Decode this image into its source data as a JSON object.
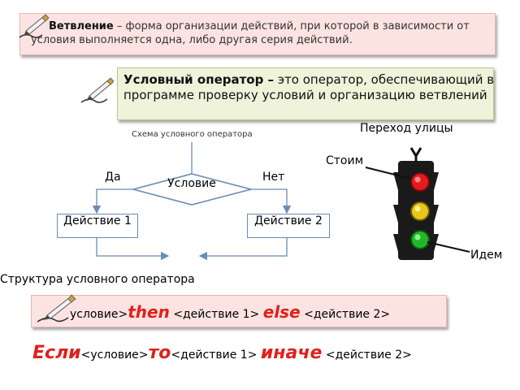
{
  "definition": {
    "term": "Ветвление",
    "text": " – форма организации действий, при которой в зависимости от условия выполняется одна, либо другая серия действий."
  },
  "operator": {
    "term": "Условный оператор –",
    "text": " это оператор, обеспечивающий в программе проверку условий и организацию ветвлений"
  },
  "flowchart": {
    "caption": "Схема условного оператора",
    "yes": "Да",
    "no": "Нет",
    "condition": "Условие",
    "action1": "Действие 1",
    "action2": "Действие 2",
    "structure_title": "Структура условного оператора"
  },
  "traffic_light": {
    "title": "Переход улицы",
    "stop": "Стоим",
    "go": "Идем",
    "colors": {
      "red": "#e51b1b",
      "yellow": "#e8c71a",
      "green": "#25b52a",
      "body": "#1a1a1a"
    }
  },
  "syntax_en": {
    "condition": "условие>",
    "then": "then",
    "action1": "<действие 1>",
    "else": "else",
    "action2": "<действие 2>"
  },
  "syntax_ru": {
    "if": "Если",
    "condition": "<условие>",
    "then": "то",
    "action1": "<действие 1>",
    "else": "иначе",
    "action2": "<действие 2>"
  },
  "icons": [
    "pen-icon"
  ],
  "accent_color": "#e0201c"
}
